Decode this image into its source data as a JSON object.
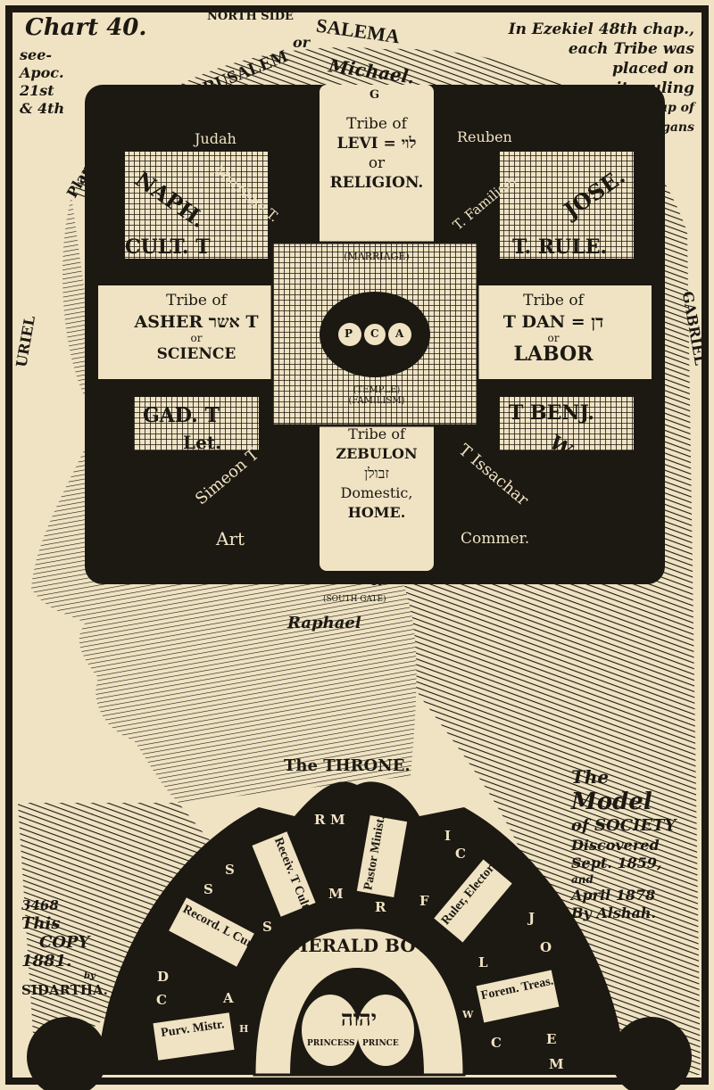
{
  "chart_number": "Chart 40.",
  "north_side": "NORTH SIDE",
  "see_note": [
    "see-",
    "Apoc.",
    "21st",
    "& 4th"
  ],
  "ezekiel_note": [
    "In Ezekiel 48th chap.,",
    "each Tribe was",
    "placed on",
    "its ruling",
    "group of",
    "organs"
  ],
  "arc_title": [
    "Plan of the",
    "NEW JERUSALEM",
    "or",
    "SALEMA"
  ],
  "angels": {
    "north": "Michael.",
    "west": "URIEL",
    "east": "GABRIEL",
    "south": "Raphael"
  },
  "gate_letters": {
    "top": "G",
    "left": "E",
    "right": "G",
    "bottom": "K"
  },
  "tribes": {
    "levi": [
      "Tribe of",
      "LEVI = לוי",
      "or",
      "RELIGION."
    ],
    "marriage_top": "(MARRIAGE)",
    "asher": [
      "Tribe of",
      "ASHER אשר T",
      "or",
      "SCIENCE"
    ],
    "dan": [
      "Tribe of",
      "T DAN = דן",
      "or",
      "LABOR"
    ],
    "zebulon": [
      "(TEMPLE)",
      "(FAMILISM)",
      "Tribe of",
      "ZEBULON",
      "זבולן",
      "Domestic,",
      "HOME."
    ],
    "judah": [
      "Judah",
      "Marriage T."
    ],
    "reuben": [
      "Reuben",
      "T. Familism"
    ],
    "naph": [
      "NAPH.",
      "CULT. T"
    ],
    "jose": [
      "JOSE.",
      "T. RULE."
    ],
    "gad": [
      "GAD. T",
      "Let."
    ],
    "benj": [
      "T BENJ.",
      "Weal."
    ],
    "simeon": [
      "Simeon T",
      "Art"
    ],
    "issachar": [
      "T Issachar",
      "Commer."
    ]
  },
  "center_letters": [
    "D",
    "P",
    "C",
    "A"
  ],
  "gate_labels": [
    "GATE",
    "GATE",
    "(SOUTH GATE)"
  ],
  "throne": "The THRONE.",
  "fan": {
    "panels": [
      "Receiv. T Cult.",
      "Pastor Minist.",
      "Record. L Curat.",
      "Ruler, Elector.",
      "Purv. Mistr.",
      "Forem. Treas."
    ],
    "letters": [
      "R",
      "M",
      "I",
      "C",
      "S",
      "S",
      "M",
      "R",
      "F",
      "J",
      "O",
      "L",
      "S",
      "D",
      "C",
      "A",
      "H",
      "W",
      "C",
      "E",
      "M"
    ],
    "emerald_bow": "EMERALD BOW.",
    "hebrew": "יהוה",
    "princess": "PRINCESS",
    "prince": "PRINCE"
  },
  "model_note": [
    "The",
    "Model",
    "of SOCIETY",
    "Discovered",
    "Sept. 1859,",
    "and",
    "April 1878",
    "By Alshah."
  ],
  "copy_note": [
    "3468",
    "This",
    "COPY",
    "1881.",
    "by",
    "SIDARTHA."
  ],
  "colors": {
    "paper": "#efe3c3",
    "ink": "#1c1812"
  }
}
